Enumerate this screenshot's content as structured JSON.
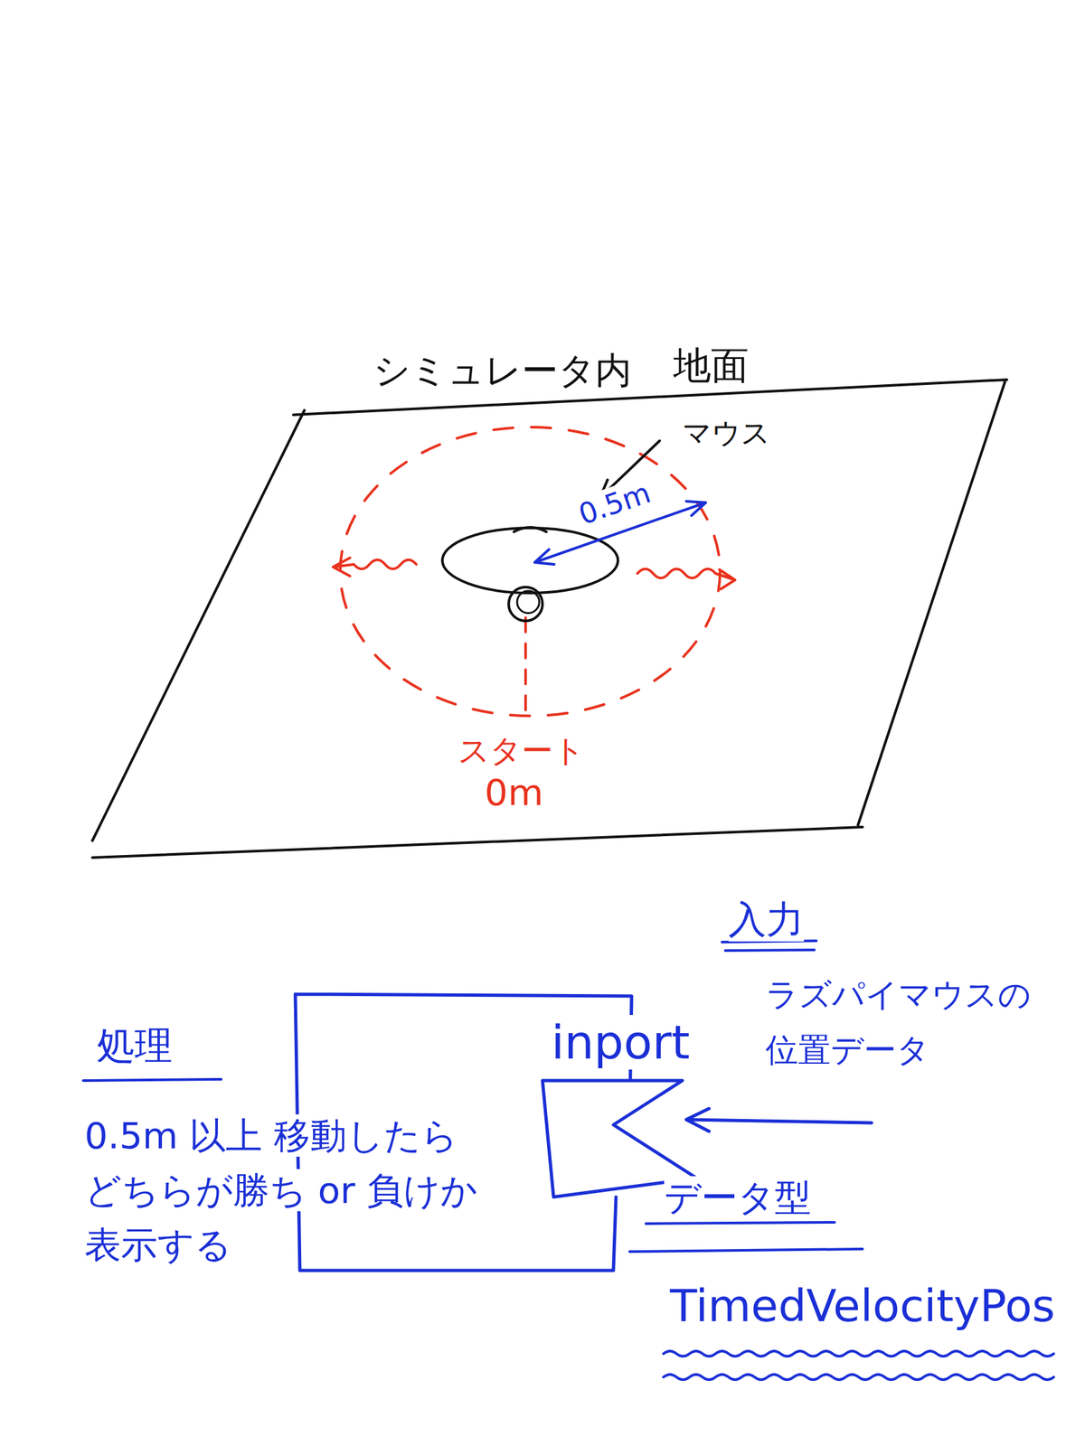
{
  "diagram": {
    "nodes": [
      {
        "text": [
          "inport"
        ]
      }
    ],
    "labels": [
      "シミュレータ内",
      "地面",
      "マウス",
      "0.5m",
      "スタート",
      "0m",
      "入力",
      "ラズパイマウスの 位置データ",
      "データ型",
      "TimedVelocityPos",
      "処理",
      "0.5m 以上 移動したら どちらが勝ち or 負けか 表示する"
    ]
  }
}
